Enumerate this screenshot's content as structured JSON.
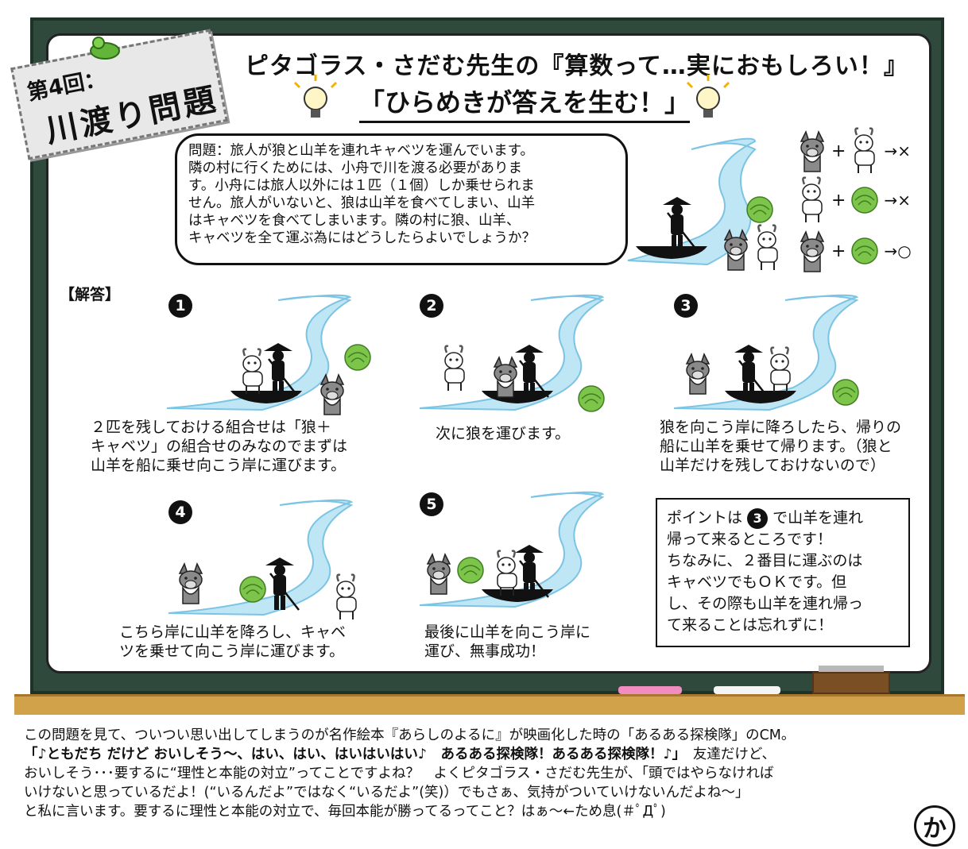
{
  "header": {
    "tag_line1": "第4回：",
    "tag_line2": "川渡り問題",
    "title": "ピタゴラス・さだむ先生の『算数って…実におもしろい！』",
    "subtitle": "「ひらめきが答えを生む！」"
  },
  "problem": {
    "lines": [
      "問題：旅人が狼と山羊を連れキャベツを運んでいます。",
      "隣の村に行くためには、小舟で川を渡る必要がありま",
      "す。小舟には旅人以外には１匹（１個）しか乗せられま",
      "せん。旅人がいないと、狼は山羊を食べてしまい、山羊",
      "はキャベツを食べてしまいます。隣の村に狼、山羊、",
      "キャベツを全て運ぶ為にはどうしたらよいでしょうか？"
    ]
  },
  "rules": [
    {
      "left": "wolf-icon",
      "right": "goat-icon",
      "result": "→×"
    },
    {
      "left": "goat-icon",
      "right": "cabbage-icon",
      "result": "→×"
    },
    {
      "left": "wolf-icon",
      "right": "cabbage-icon",
      "result": "→○"
    }
  ],
  "rule_plus": "+",
  "answer": {
    "label": "【解答】",
    "steps": [
      {
        "num": "1",
        "lines": [
          "２匹を残しておける組合せは「狼＋",
          "キャベツ」の組合せのみなのでまずは",
          "山羊を船に乗せ向こう岸に運びます。"
        ]
      },
      {
        "num": "2",
        "lines": [
          "次に狼を運びます。"
        ]
      },
      {
        "num": "3",
        "lines": [
          "狼を向こう岸に降ろしたら、帰りの",
          "船に山羊を乗せて帰ります。（狼と",
          "山羊だけを残しておけないので）"
        ]
      },
      {
        "num": "4",
        "lines": [
          "こちら岸に山羊を降ろし、キャベ",
          "ツを乗せて向こう岸に運びます。"
        ]
      },
      {
        "num": "5",
        "lines": [
          "最後に山羊を向こう岸に",
          "運び、無事成功！"
        ]
      }
    ]
  },
  "point": {
    "line1_pre": "ポイントは",
    "line1_num": "3",
    "line1_post": "で山羊を連れ",
    "lines": [
      "帰って来るところです！",
      "ちなみに、２番目に運ぶのは",
      "キャベツでもＯＫです。但",
      "し、その際も山羊を連れ帰っ",
      "て来ることは忘れずに！"
    ]
  },
  "bottom": {
    "line1": "この問題を見て、ついつい思い出してしまうのが名作絵本『あらしのよるに』が映画化した時の「あるある探検隊」のCM。",
    "line2_bold": "「♪ともだち だけど おいしそう～、はい、はい、はいはいはい♪　あるある探検隊！あるある探検隊！♪」",
    "line2_rest": "　友達だけど、",
    "line3": "おいしそう･･･要するに“理性と本能の対立”ってことですよね？　よくピタゴラス・さだむ先生が、「頭ではやらなければ",
    "line4": "いけないと思っているだよ！(“いるんだよ”ではなく“いるだよ”(笑)）でもさぁ、気持がついていけないんだよね～」",
    "line5": "と私に言います。要するに理性と本能の対立で、毎回本能が勝ってるってこと？はぁ～←ため息(＃ﾟДﾟ)",
    "badge": "か"
  },
  "colors": {
    "board": "#2f4a3d",
    "river": "#bfe6f5",
    "river_edge": "#7cc4e4",
    "cabbage": "#7dc44b",
    "chalk_pink": "#f08cc0",
    "ledge": "#d2a24a"
  }
}
